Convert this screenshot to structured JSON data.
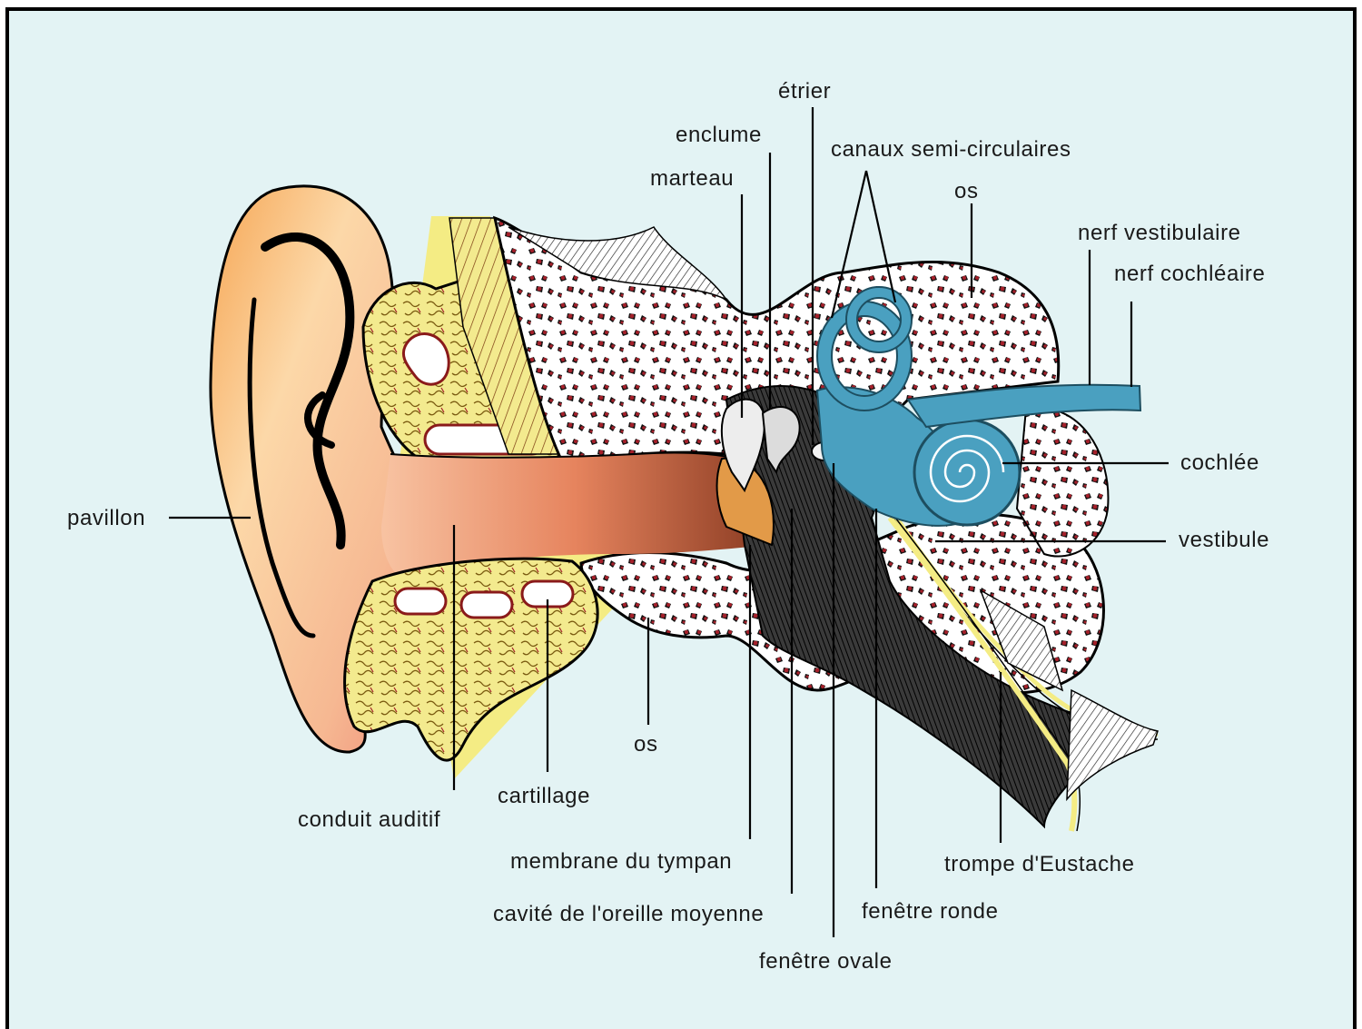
{
  "diagram": {
    "subject": "ear-anatomy-cross-section",
    "colors": {
      "background": "#e3f3f4",
      "pinna": "#f7b882",
      "ear_canal": "#e89a6d",
      "cartilage": "#f3ea8e",
      "bone": "#ffffff",
      "bone_dots": "#a4202a",
      "inner_ear": "#4aa0c0",
      "tympanum": "#e29a48",
      "nerve_duct_yellow": "#f4ec84"
    },
    "labels": {
      "pavillon": "pavillon",
      "conduit_auditif": "conduit auditif",
      "cartillage": "cartillage",
      "os_bottom": "os",
      "membrane_du_tympan": "membrane du tympan",
      "cavite_oreille_moyenne": "cavité de l'oreille moyenne",
      "fenetre_ovale": "fenêtre ovale",
      "fenetre_ronde": "fenêtre ronde",
      "trompe_eustache": "trompe d'Eustache",
      "vestibule": "vestibule",
      "cochlee": "cochlée",
      "nerf_cochleaire": "nerf cochléaire",
      "nerf_vestibulaire": "nerf vestibulaire",
      "os_top": "os",
      "canaux_semi_circulaires": "canaux semi-circulaires",
      "etrier": "étrier",
      "enclume": "enclume",
      "marteau": "marteau"
    }
  }
}
